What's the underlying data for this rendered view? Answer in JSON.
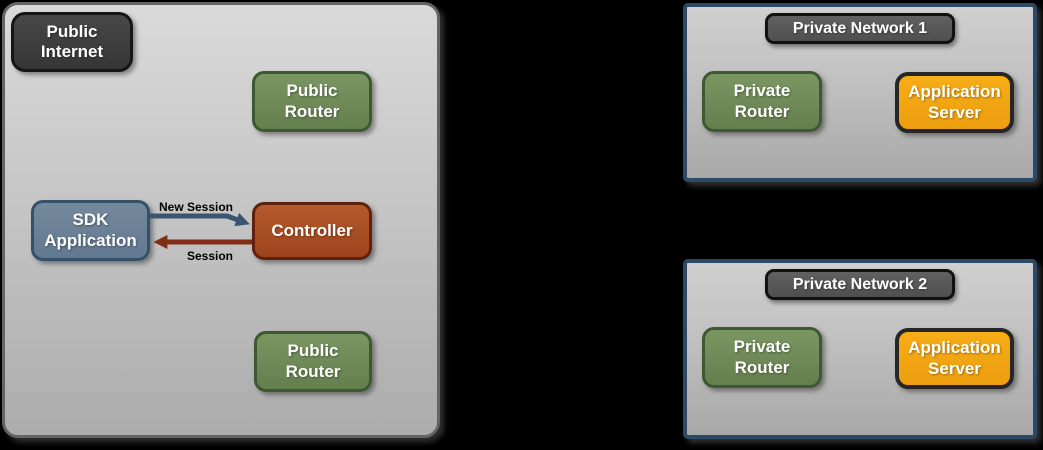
{
  "colors": {
    "arrow_blue": "#3a5570",
    "arrow_red": "#822d16"
  },
  "public_zone": {
    "badge": "Public Internet",
    "router_top": "Public Router",
    "router_bottom": "Public Router",
    "sdk_app": "SDK Application",
    "controller": "Controller",
    "arrow_new_session": "New Session",
    "arrow_session": "Session"
  },
  "private_network_1": {
    "title": "Private Network 1",
    "router": "Private Router",
    "server": "Application Server"
  },
  "private_network_2": {
    "title": "Private Network 2",
    "router": "Private Router",
    "server": "Application Server"
  }
}
